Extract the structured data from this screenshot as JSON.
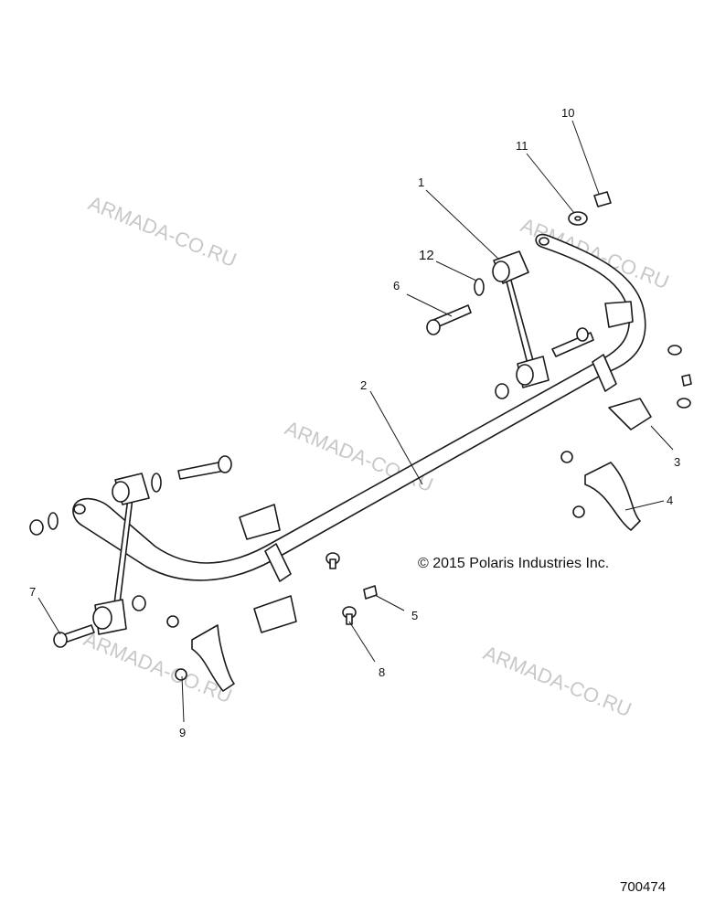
{
  "diagram": {
    "callouts": {
      "c1": "1",
      "c2": "2",
      "c3": "3",
      "c4": "4",
      "c5": "5",
      "c6": "6",
      "c7": "7",
      "c8": "8",
      "c9": "9",
      "c10": "10",
      "c11": "11",
      "c12": "12"
    },
    "copyright": "© 2015 Polaris Industries Inc.",
    "figure_number": "700474",
    "watermark": "ARMADA-CO.RU"
  }
}
